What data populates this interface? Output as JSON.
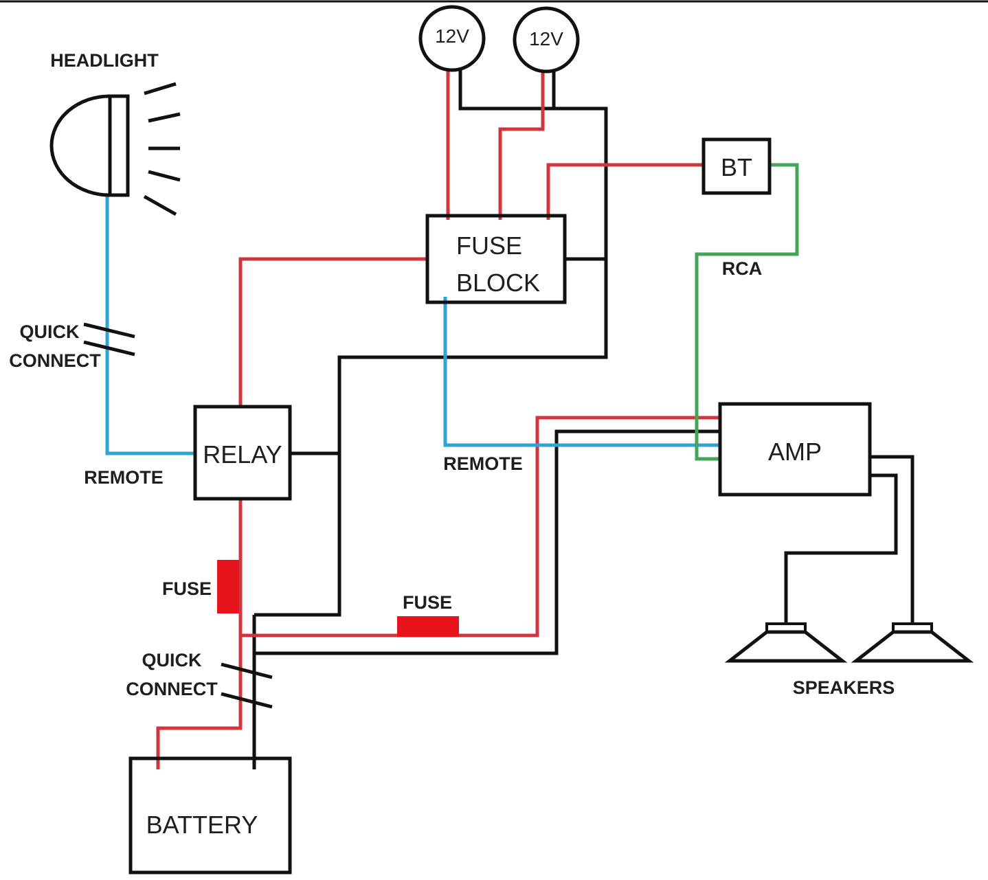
{
  "colors": {
    "wire_power": "#d0363f",
    "wire_ground": "#111111",
    "wire_remote": "#2fa2d6",
    "wire_rca": "#43a45a",
    "fuse": "#e8141c"
  },
  "components": {
    "headlight": "HEADLIGHT",
    "gauge_1": "12V",
    "gauge_2": "12V",
    "fuse_block_line1": "FUSE",
    "fuse_block_line2": "BLOCK",
    "bt": "BT",
    "relay": "RELAY",
    "amp": "AMP",
    "battery": "BATTERY",
    "speakers": "SPEAKERS"
  },
  "labels": {
    "quick_connect_top_line1": "QUICK",
    "quick_connect_top_line2": "CONNECT",
    "remote_left": "REMOTE",
    "remote_mid": "REMOTE",
    "rca": "RCA",
    "fuse_relay": "FUSE",
    "fuse_amp": "FUSE",
    "quick_connect_bottom_line1": "QUICK",
    "quick_connect_bottom_line2": "CONNECT"
  }
}
